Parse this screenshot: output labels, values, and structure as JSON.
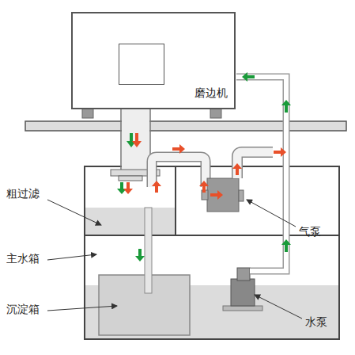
{
  "diagram": {
    "nodes": [
      {
        "text": [
          "磨边机"
        ]
      }
    ],
    "labels": [
      "粗过滤",
      "主水箱",
      "沉淀箱",
      "气泵",
      "水泵"
    ]
  }
}
